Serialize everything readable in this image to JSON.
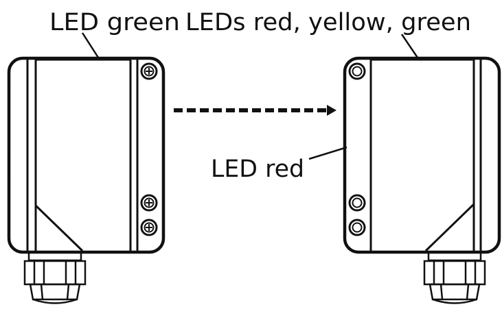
{
  "labels": {
    "top_left": "LED green",
    "top_right": "LEDs red, yellow, green",
    "middle": "LED red"
  },
  "colors": {
    "stroke": "#111111",
    "background": "#ffffff"
  }
}
